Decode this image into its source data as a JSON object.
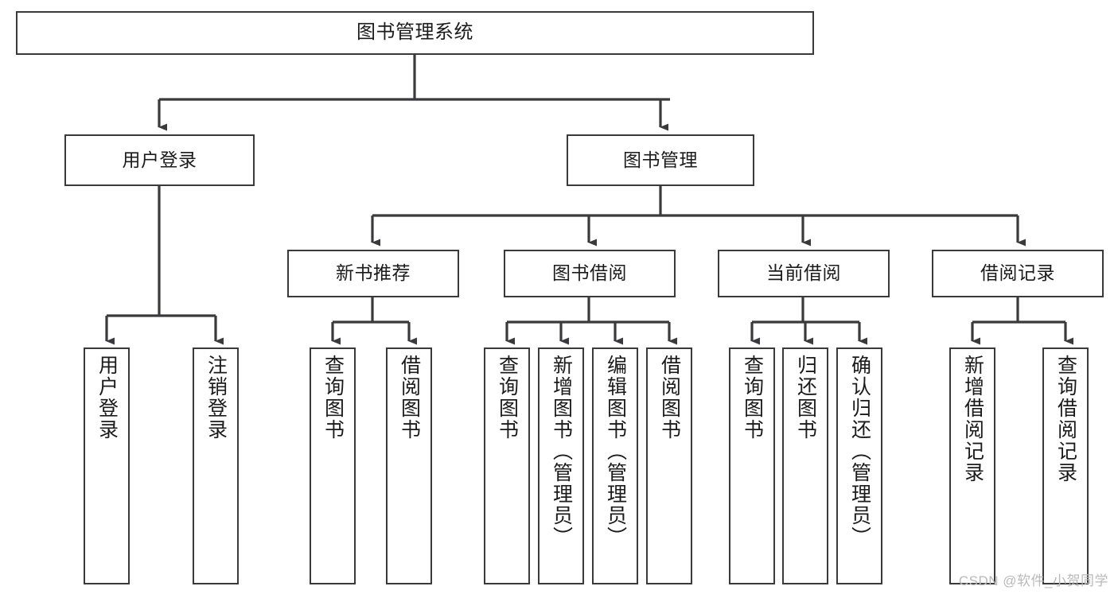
{
  "diagram": {
    "title": "图书管理系统",
    "watermark": "CSDN @软件_小贺同学",
    "line_color": "#3a3a3c",
    "box_fill": "#ffffff",
    "text_color": "#1b1b1b",
    "levels": {
      "root": {
        "label": "图书管理系统"
      },
      "level2": [
        {
          "label": "用户登录"
        },
        {
          "label": "图书管理"
        }
      ],
      "level3": [
        {
          "label": "新书推荐"
        },
        {
          "label": "图书借阅"
        },
        {
          "label": "当前借阅"
        },
        {
          "label": "借阅记录"
        }
      ],
      "leaves": {
        "user_login": [
          {
            "label": "用户登录"
          },
          {
            "label": "注销登录"
          }
        ],
        "new_book_recommend": [
          {
            "label": "查询图书"
          },
          {
            "label": "借阅图书"
          }
        ],
        "book_borrow": [
          {
            "label": "查询图书"
          },
          {
            "label": "新增图书（管理员）"
          },
          {
            "label": "编辑图书（管理员）"
          },
          {
            "label": "借阅图书"
          }
        ],
        "current_borrow": [
          {
            "label": "查询图书"
          },
          {
            "label": "归还图书"
          },
          {
            "label": "确认归还（管理员）"
          }
        ],
        "borrow_record": [
          {
            "label": "新增借阅记录"
          },
          {
            "label": "查询借阅记录"
          }
        ]
      }
    }
  }
}
